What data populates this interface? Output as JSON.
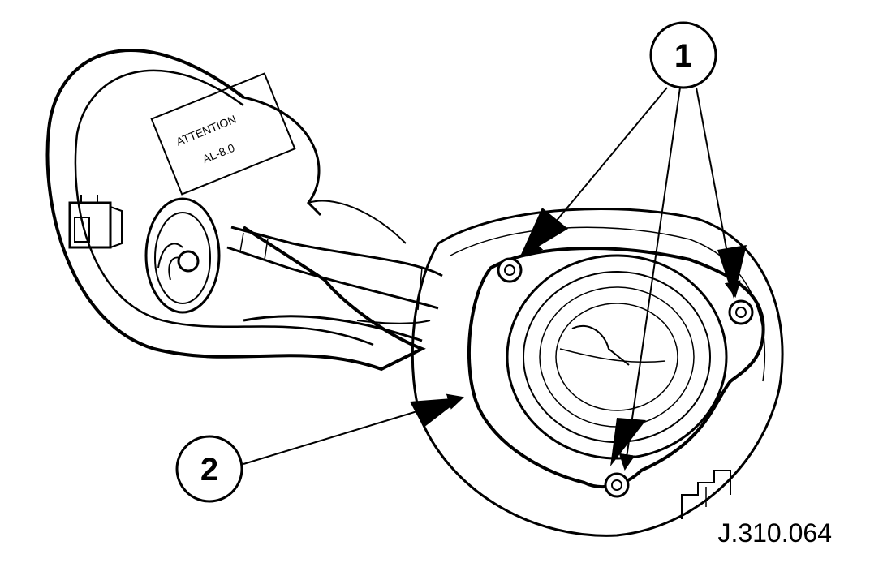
{
  "figure": {
    "reference_code": "J.310.064",
    "callouts": [
      {
        "number": "1"
      },
      {
        "number": "2"
      }
    ],
    "label_text": {
      "line1": "ATTENTION",
      "line2": "AL-8.0"
    },
    "colors": {
      "ink": "#000000",
      "paper": "#ffffff"
    }
  }
}
